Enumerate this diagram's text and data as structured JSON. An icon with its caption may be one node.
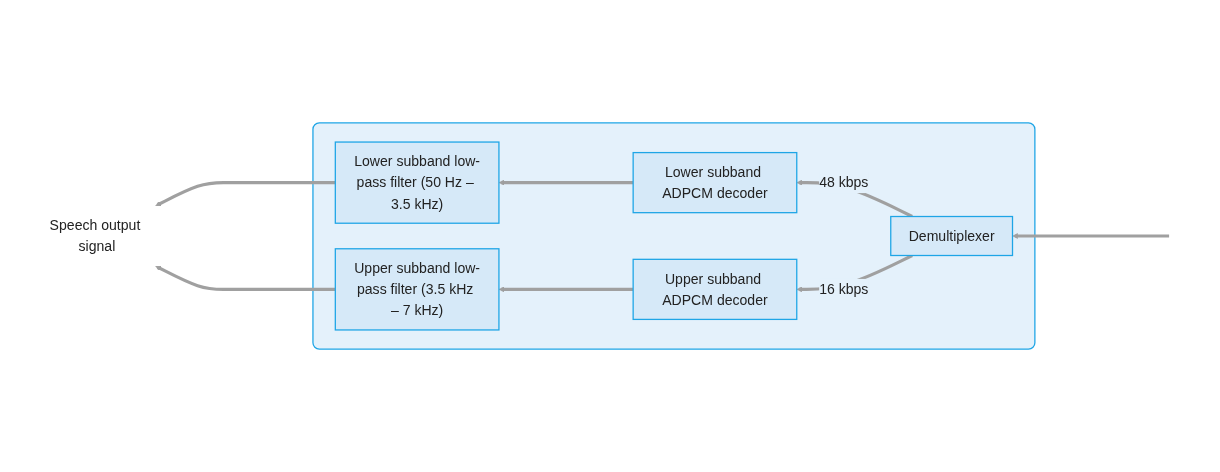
{
  "diagram": {
    "nodes": [
      {
        "text": [
          "Speech output signal"
        ]
      },
      {
        "text": [],
        "shape": "box"
      },
      {
        "text": [
          "Lower subband low-pass filter (50 Hz – 3.5 kHz)"
        ],
        "in": 1
      },
      {
        "text": [
          "Lower subband ADPCM decoder"
        ],
        "in": 1
      },
      {
        "text": [
          "Demultiplexer"
        ],
        "in": 1
      },
      {
        "text": [
          "Upper subband low-pass filter (3.5 kHz – 7 kHz)"
        ],
        "in": 1
      },
      {
        "text": [
          "Upper subband ADPCM decoder"
        ],
        "in": 1
      }
    ],
    "edges": [
      {
        "from": null,
        "to": 4,
        "arrow": "to"
      },
      {
        "from": 4,
        "to": 3,
        "label": "48 kbps",
        "arrow": "to"
      },
      {
        "from": 4,
        "to": 6,
        "label": "16 kbps",
        "arrow": "to"
      },
      {
        "from": 3,
        "to": 2,
        "arrow": "to"
      },
      {
        "from": 6,
        "to": 5,
        "arrow": "to"
      },
      {
        "from": 2,
        "to": 0,
        "arrow": "to"
      },
      {
        "from": 5,
        "to": 0,
        "arrow": "to"
      }
    ]
  }
}
